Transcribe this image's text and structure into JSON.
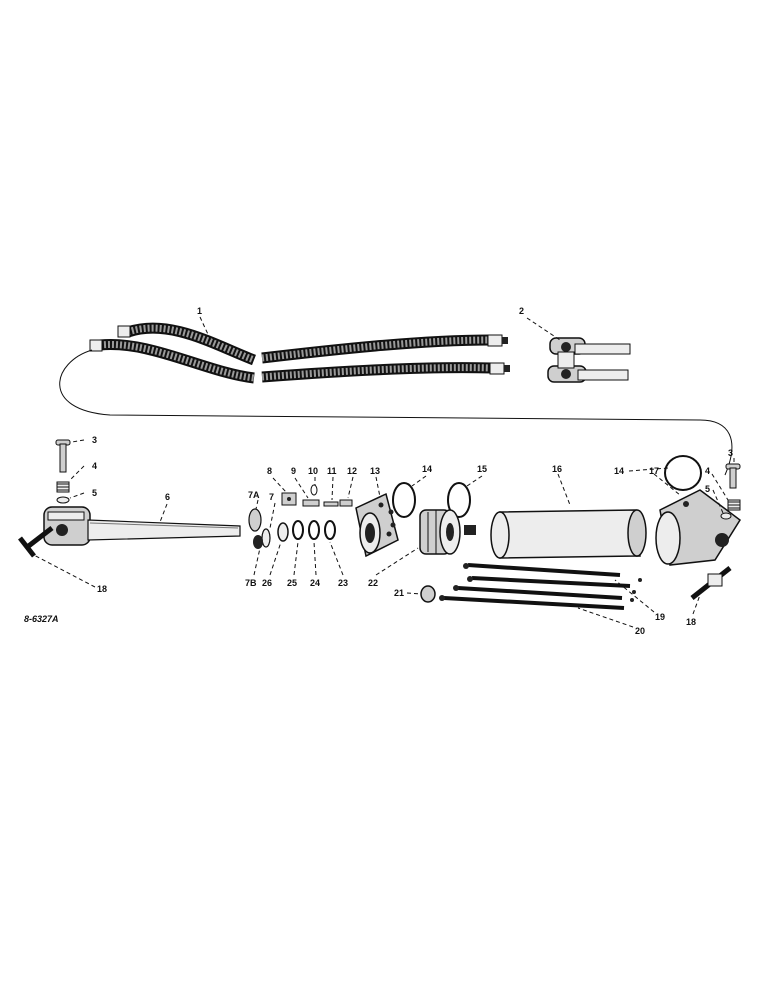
{
  "diagram_code": "8-6327A",
  "callouts": {
    "c1": "1",
    "c2": "2",
    "c3a": "3",
    "c4a": "4",
    "c5a": "5",
    "c6": "6",
    "c7a": "7A",
    "c7": "7",
    "c7b": "7B",
    "c8": "8",
    "c9": "9",
    "c10": "10",
    "c11": "11",
    "c12": "12",
    "c13": "13",
    "c14a": "14",
    "c15": "15",
    "c16": "16",
    "c14b": "14",
    "c17": "17",
    "c3b": "3",
    "c4b": "4",
    "c5b": "5",
    "c18a": "18",
    "c18b": "18",
    "c26": "26",
    "c25": "25",
    "c24": "24",
    "c23": "23",
    "c22": "22",
    "c21": "21",
    "c19": "19",
    "c20": "20"
  }
}
